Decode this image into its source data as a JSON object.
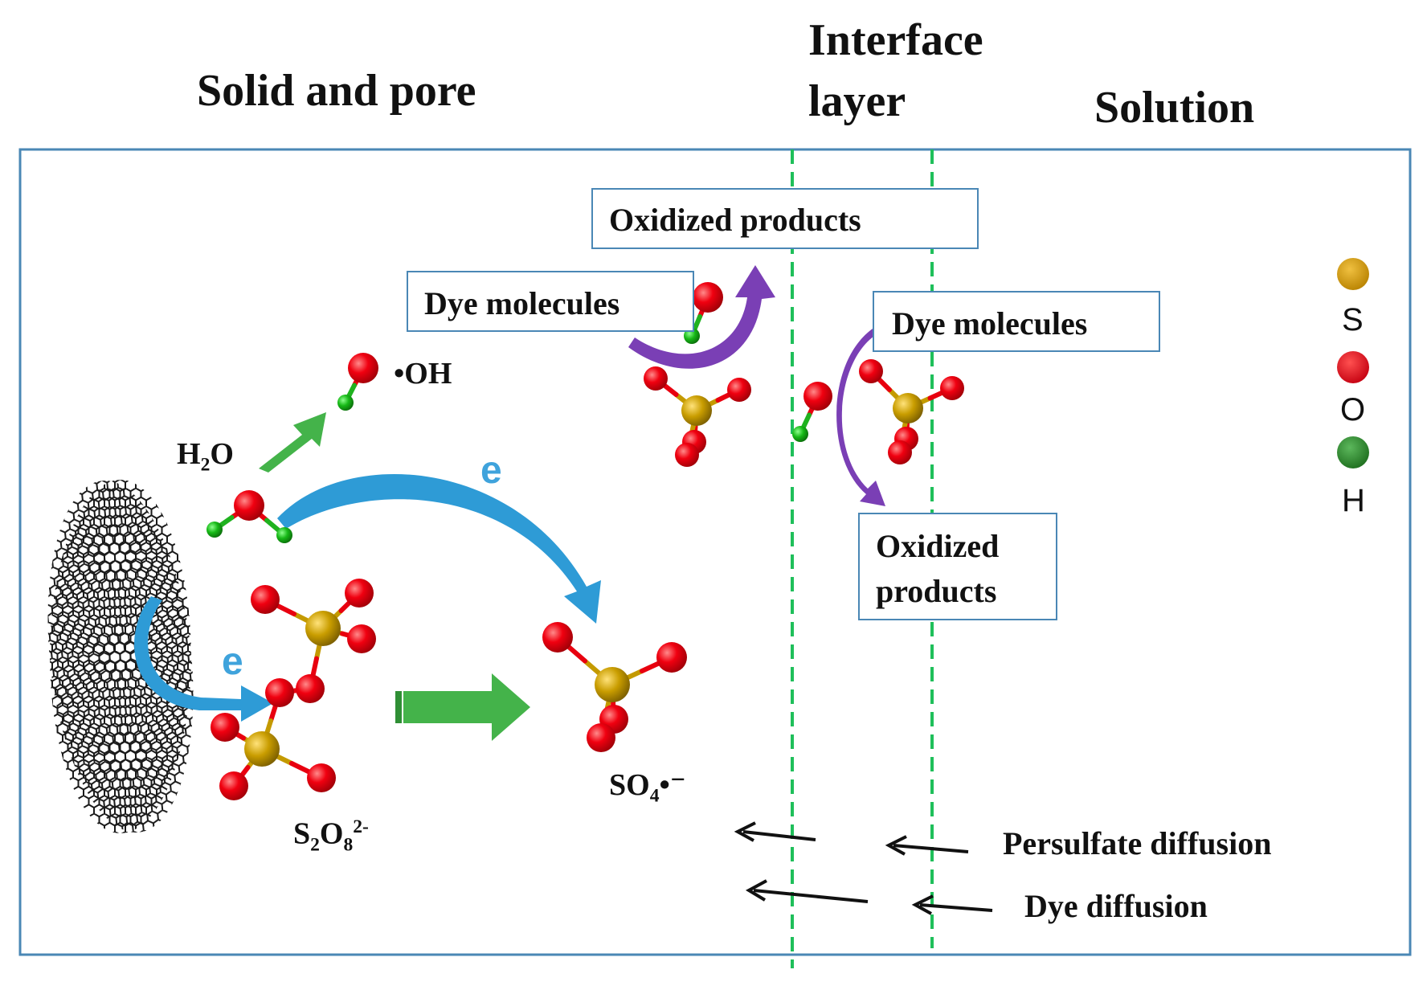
{
  "headers": {
    "solid": "Solid and pore",
    "interface_line1": "Interface",
    "interface_line2": "layer",
    "solution": "Solution"
  },
  "boxes": {
    "oxidized_top": "Oxidized products",
    "dye_left": "Dye molecules",
    "dye_right": "Dye molecules",
    "oxidized_right_line1": "Oxidized",
    "oxidized_right_line2": "products"
  },
  "labels": {
    "oh": "•OH",
    "h2o_main": "H",
    "h2o_sub": "2",
    "h2o_tail": "O",
    "electron_1": "e",
    "electron_2": "e",
    "s2o8_a": "S",
    "s2o8_a_sub": "2",
    "s2o8_b": "O",
    "s2o8_b_sub": "8",
    "s2o8_sup": "2-",
    "so4_a": "SO",
    "so4_sub": "4",
    "so4_tail": "•⁻"
  },
  "diffusion": {
    "persulfate": "Persulfate diffusion",
    "dye": "Dye diffusion"
  },
  "legend": {
    "items": [
      {
        "symbol": "S",
        "color": "#d49a00"
      },
      {
        "symbol": "O",
        "color": "#e8000f"
      },
      {
        "symbol": "H",
        "color": "#2f8a2f"
      }
    ]
  },
  "colors": {
    "frame": "#4a87b5",
    "dashed_lines": "#1fbf5a",
    "electron_arrow": "#2e9bd6",
    "product_arrow": "#7a3fb5",
    "reaction_arrow": "#44b34a",
    "oxygen": "#e8000f",
    "sulfur": "#c49a00",
    "hydrogen": "#1fb21f",
    "graphene": "#222222"
  }
}
